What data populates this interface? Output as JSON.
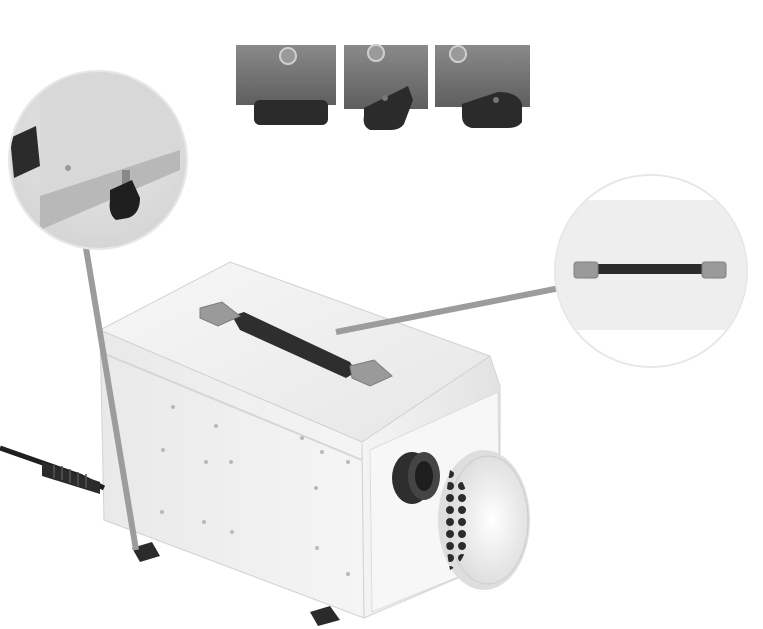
{
  "scene": {
    "subject": "dehumidifier-unit",
    "background_color": "#ffffff",
    "body_color": "#eeeeee",
    "accent_dark": "#2b2b2b",
    "handle_grip_color": "#9a9a9a",
    "callouts": [
      "foot-detail",
      "handle-detail"
    ],
    "foot_sequence_count": 3
  }
}
